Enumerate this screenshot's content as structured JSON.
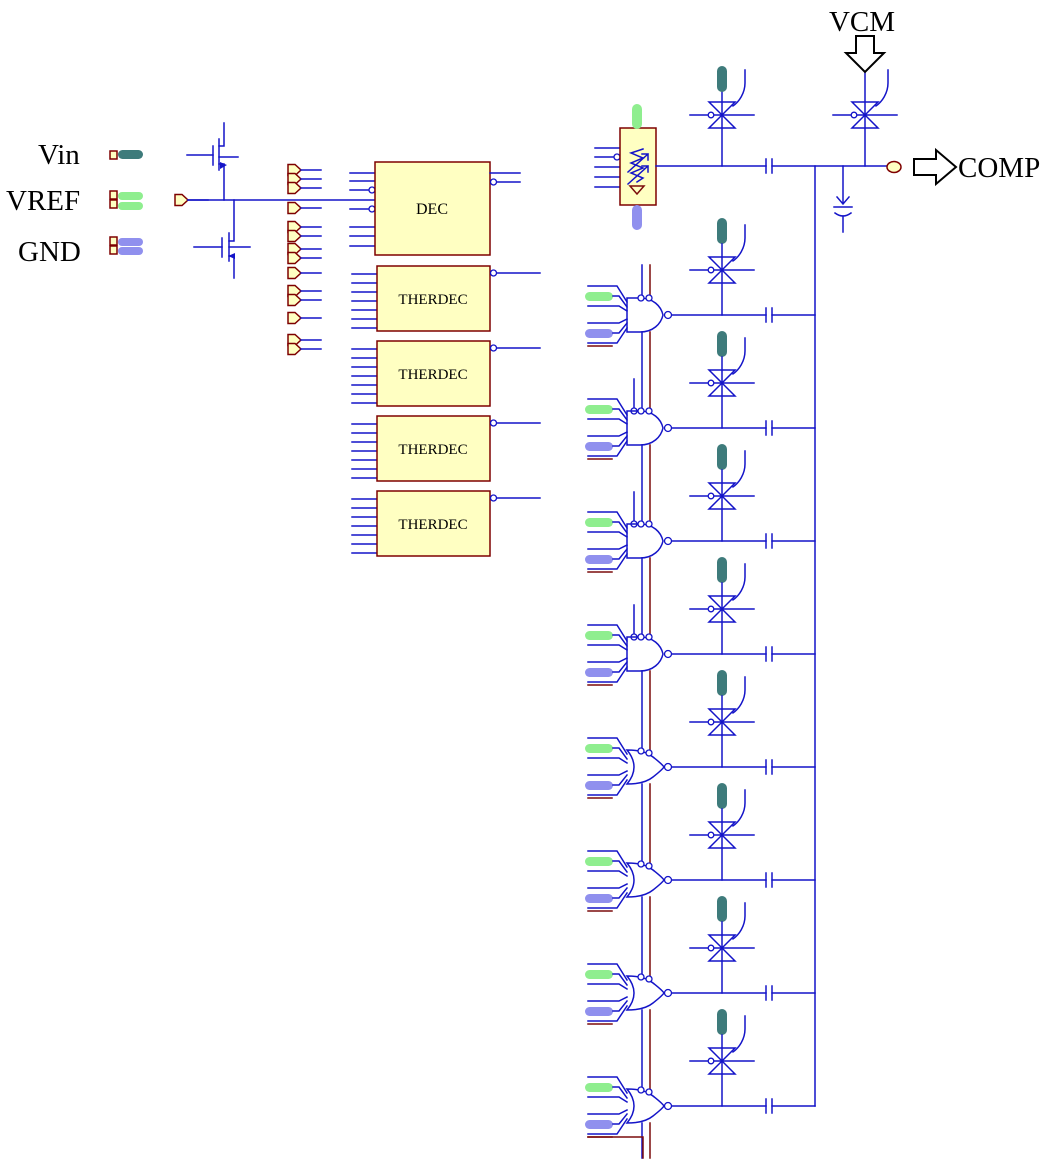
{
  "schematic": {
    "ports": {
      "vin": "Vin",
      "vref": "VREF",
      "gnd": "GND",
      "vcm": "VCM",
      "comp": "COMP"
    },
    "blocks": {
      "dec": {
        "label": "DEC",
        "input_count": 7,
        "output_count": 2
      },
      "therdec_blocks": [
        {
          "label": "THERDEC",
          "input_count": 7,
          "output_count": 1
        },
        {
          "label": "THERDEC",
          "input_count": 7,
          "output_count": 1
        },
        {
          "label": "THERDEC",
          "input_count": 7,
          "output_count": 1
        },
        {
          "label": "THERDEC",
          "input_count": 7,
          "output_count": 1
        }
      ],
      "resistor_dac": {
        "symbol": "variable-resistor",
        "input_count": 5,
        "top_pin": "VREF",
        "bottom_pin": "GND"
      }
    },
    "structure": {
      "digital_input_pin_count": 14,
      "cap_dac_unit_count": 8,
      "transmission_gate_count": 10,
      "series_capacitor_count": 9,
      "gate_shapes": [
        "nand",
        "nand",
        "nand",
        "nand",
        "nor",
        "nor",
        "nor",
        "nor"
      ],
      "comparator_node": "COMP"
    },
    "colors": {
      "wire_blue": "#1414C8",
      "wire_dark_red": "#7B0B0B",
      "symbol_fill_yellow": "#FFFFC2",
      "symbol_border_dark_red": "#7E0000",
      "pin_green": "#8FEE8F",
      "pin_periwinkle": "#9090EE",
      "pin_teal": "#3E7B7B",
      "text": "#000000",
      "background": "#FFFFFF"
    }
  }
}
